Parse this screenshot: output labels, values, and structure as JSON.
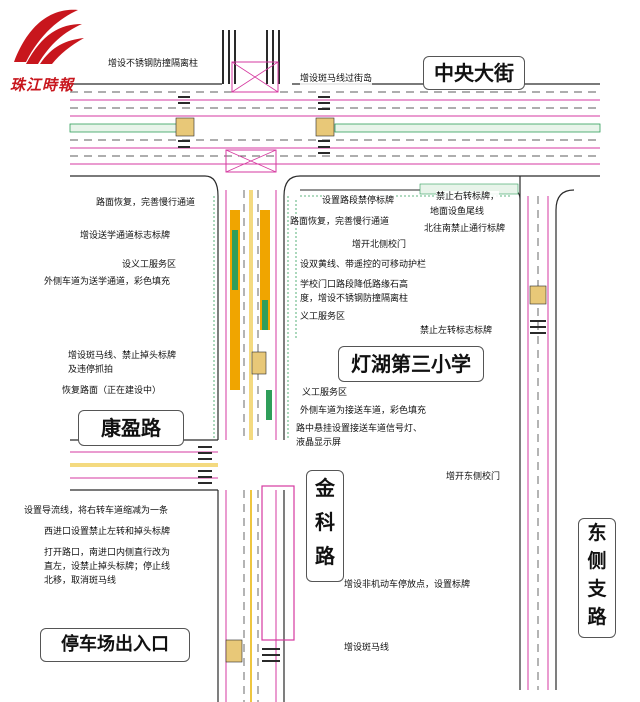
{
  "logo": {
    "text": "珠江時報",
    "color": "#c8161d"
  },
  "roads": {
    "zhongyang": "中央大街",
    "kangying": "康盈路",
    "jinke": [
      "金",
      "科",
      "路"
    ],
    "dongce": [
      "东",
      "侧",
      "支",
      "路"
    ],
    "parking": "停车场出入口",
    "school": "灯湖第三小学"
  },
  "annotations": {
    "a1": "增设不锈钢防撞隔离柱",
    "a2": "增设斑马线过街岛",
    "a3": "路面恢复，完善慢行通道",
    "a4": "设置路段禁停标牌",
    "a5": "禁止右转标牌，",
    "a5b": "地面设鱼尾线",
    "a6": "增设送学通道标志标牌",
    "a7": "路面恢复，完善慢行通道",
    "a8": "北往南禁止通行标牌",
    "a9": "增开北侧校门",
    "a10": "设义工服务区",
    "a11": "设双黄线、带遥控的可移动护栏",
    "a12": "外侧车道为送学通道，彩色填充",
    "a13": "学校门口路段降低路缘石高",
    "a13b": "度，增设不锈钢防撞隔离柱",
    "a14": "义工服务区",
    "a15": "禁止左转标志标牌",
    "a16": "增设斑马线、禁止掉头标牌",
    "a16b": "及违停抓拍",
    "a17": "恢复路面（正在建设中）",
    "a18": "义工服务区",
    "a19": "外侧车道为接送车道，彩色填充",
    "a20": "路中悬挂设置接送车道信号灯、",
    "a20b": "液晶显示屏",
    "a21": "增开东侧校门",
    "a22": "设置导流线，将右转车道缩减为一条",
    "a23": "西进口设置禁止左转和掉头标牌",
    "a24": "打开路口，南进口内侧直行改为",
    "a24b": "直左，设禁止掉头标牌；停止线",
    "a24c": "北移，取消斑马线",
    "a25": "增设非机动车停放点，设置标牌",
    "a26": "增设斑马线"
  },
  "colors": {
    "road_line": "#2a2a2a",
    "green_lane": "#2f9e5a",
    "orange_lane": "#f0a500",
    "pink_line": "#d63aa0",
    "crossing": "#e8c878",
    "brand": "#c8161d"
  }
}
